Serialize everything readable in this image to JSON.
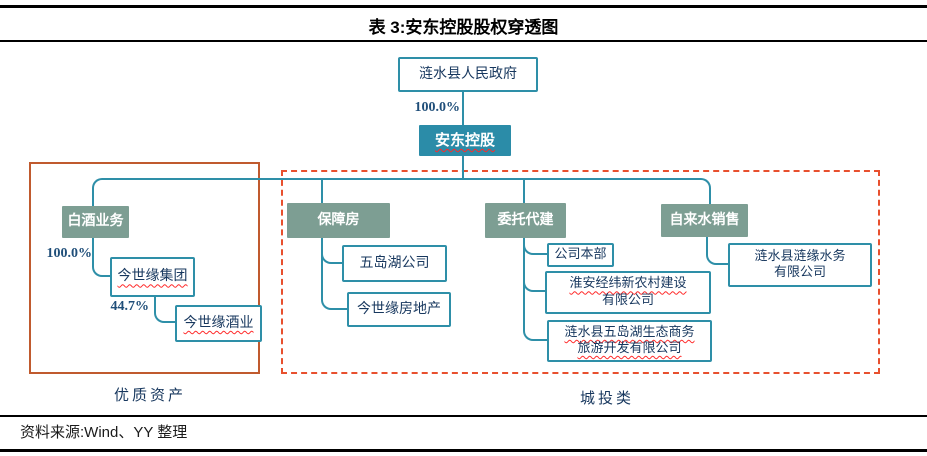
{
  "title": "表 3:安东控股股权穿透图",
  "source": "资料来源:Wind、YY 整理",
  "root": {
    "government": "涟水县人民政府",
    "ownership_pct": "100.0%",
    "holding": "安东控股"
  },
  "left_group": {
    "label": "优质资产",
    "segment": "白酒业务",
    "pct_group": "100.0%",
    "company_group": "今世缘集团",
    "pct_liquor": "44.7%",
    "company_liquor": "今世缘酒业"
  },
  "right_group": {
    "label": "城投类",
    "housing": {
      "segment": "保障房",
      "child1": "五岛湖公司",
      "child2": "今世缘房地产"
    },
    "construction": {
      "segment": "委托代建",
      "child1": "公司本部",
      "child2_line1": "淮安经纬新农村建设",
      "child2_line2": "有限公司",
      "child3_line1": "涟水县五岛湖生态商务",
      "child3_line2": "旅游开发有限公司"
    },
    "water": {
      "segment": "自来水销售",
      "child1_line1": "涟水县涟缘水务",
      "child1_line2": "有限公司"
    }
  },
  "colors": {
    "teal_line": "#2E8FA8",
    "holding_fill": "#2B8CA8",
    "segment_fill": "#7D9E93",
    "navy_text": "#17375E",
    "solid_frame": "#C05A2E",
    "dashed_frame": "#E8502E",
    "spellcheck_underline": "#FF2A2A"
  }
}
